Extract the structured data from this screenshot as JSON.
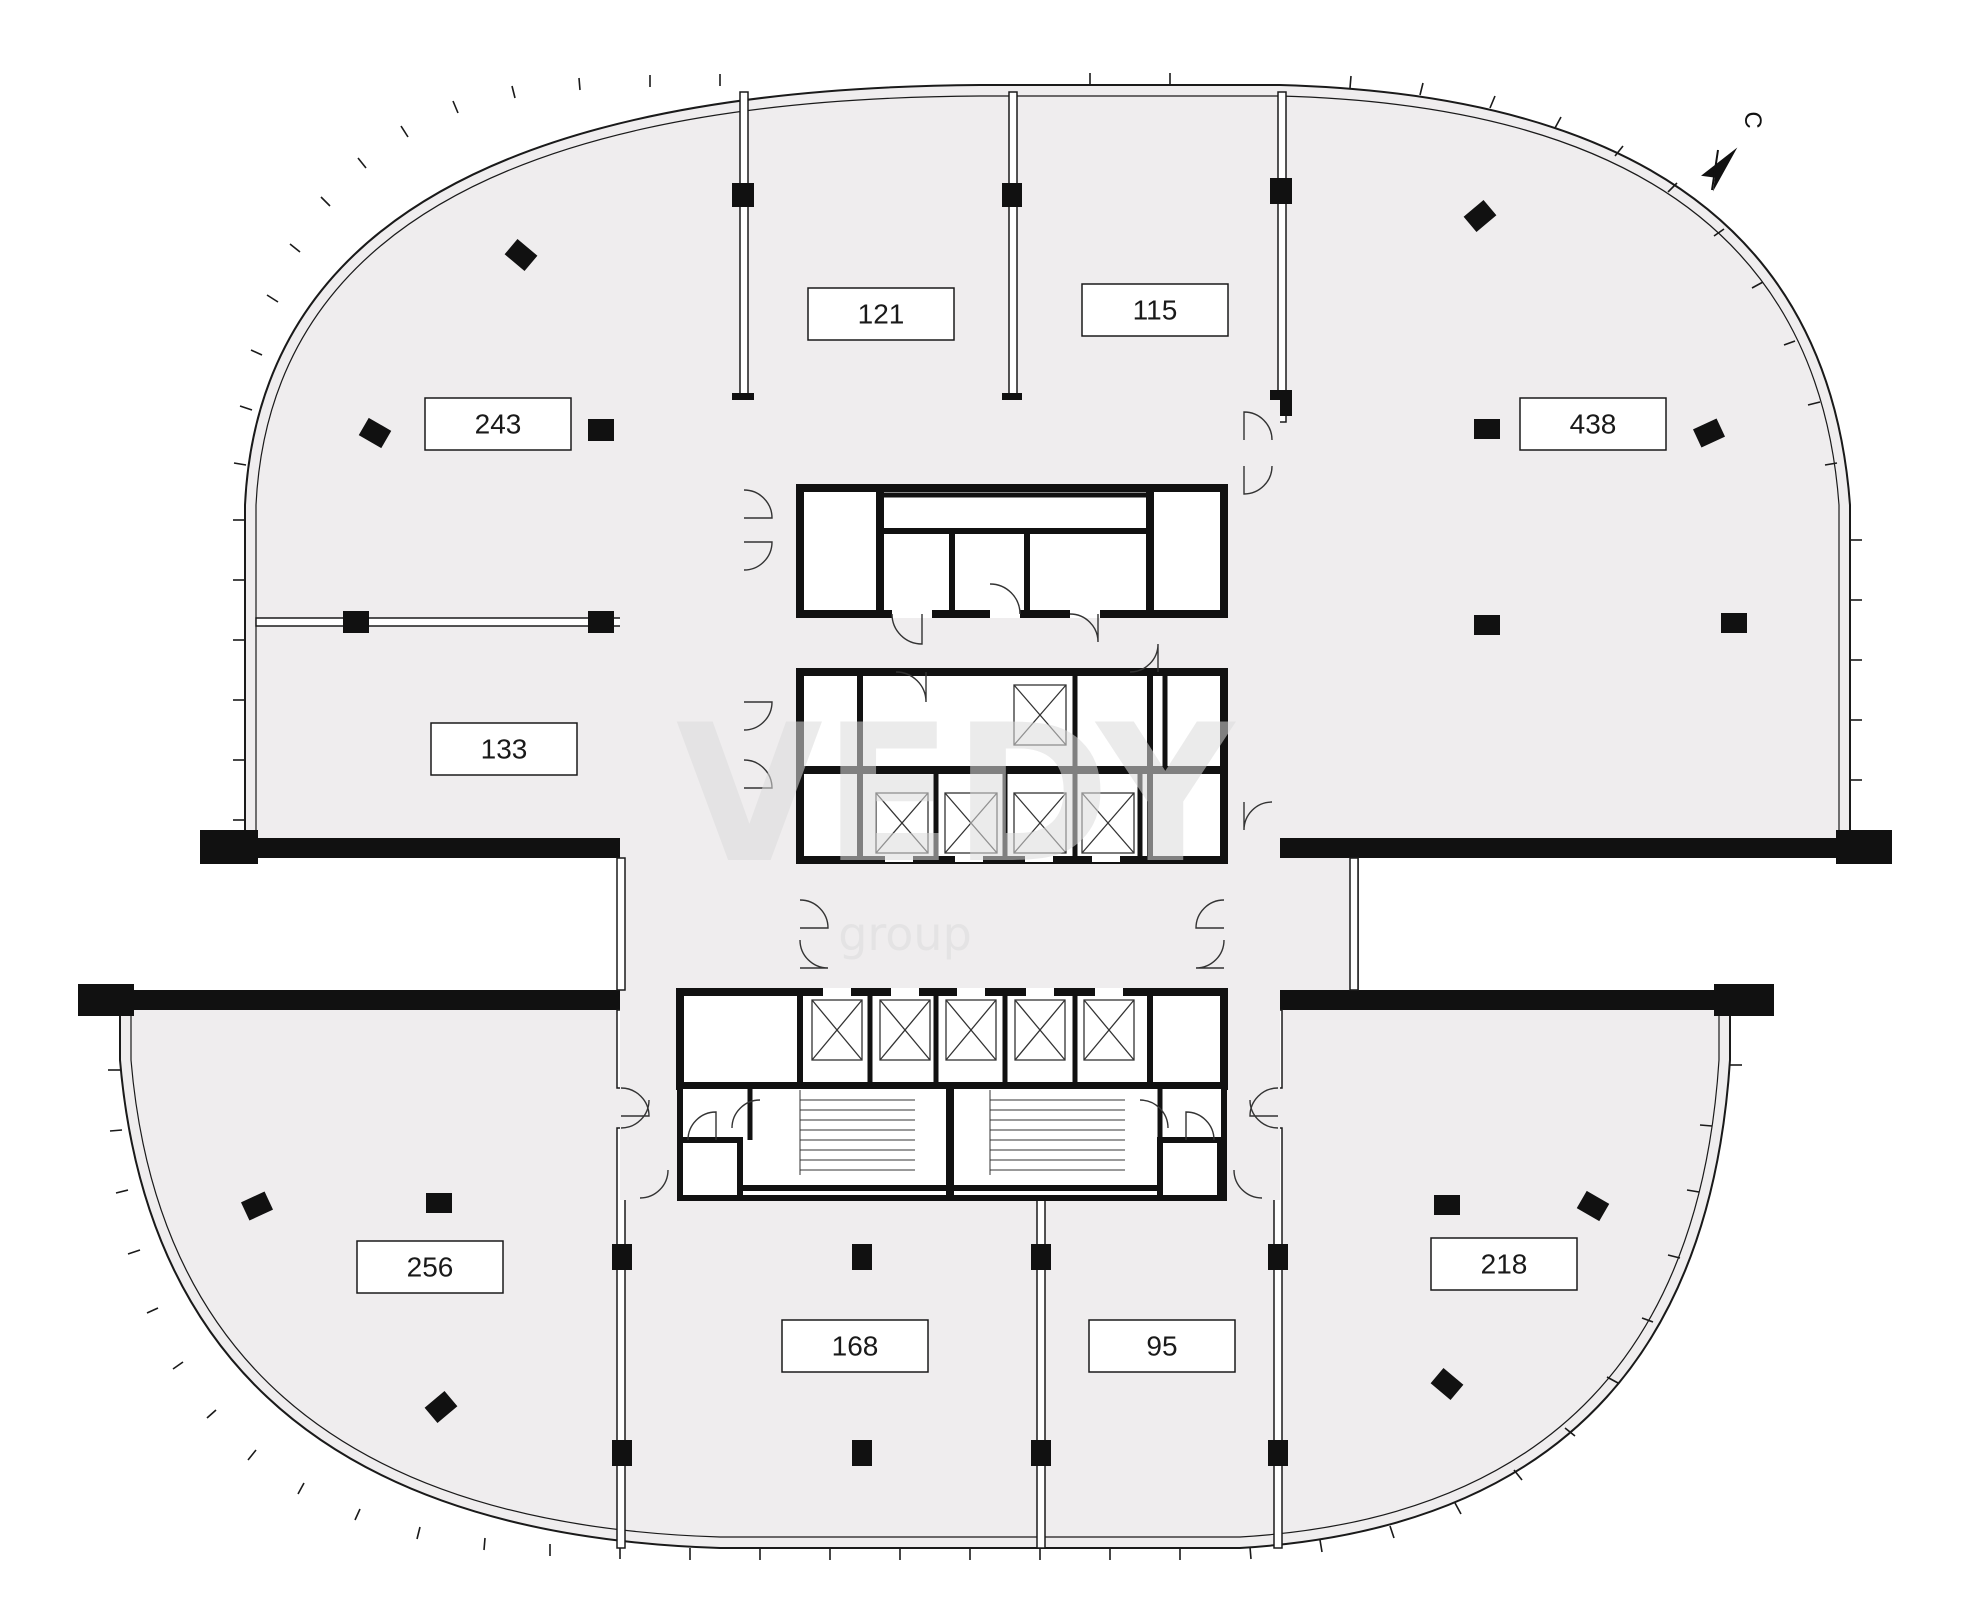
{
  "plan": {
    "colors": {
      "floor": "#efedee",
      "wall": "#111111",
      "line": "#1a1a1a",
      "background": "#ffffff",
      "watermark": "#dcdcdc"
    },
    "north_label": "С",
    "watermark": {
      "logo": "VEDY",
      "sub": "group"
    },
    "areas": [
      {
        "id": "243",
        "label": "243"
      },
      {
        "id": "121",
        "label": "121"
      },
      {
        "id": "115",
        "label": "115"
      },
      {
        "id": "438",
        "label": "438"
      },
      {
        "id": "133",
        "label": "133"
      },
      {
        "id": "256",
        "label": "256"
      },
      {
        "id": "168",
        "label": "168"
      },
      {
        "id": "95",
        "label": "95"
      },
      {
        "id": "218",
        "label": "218"
      }
    ]
  }
}
